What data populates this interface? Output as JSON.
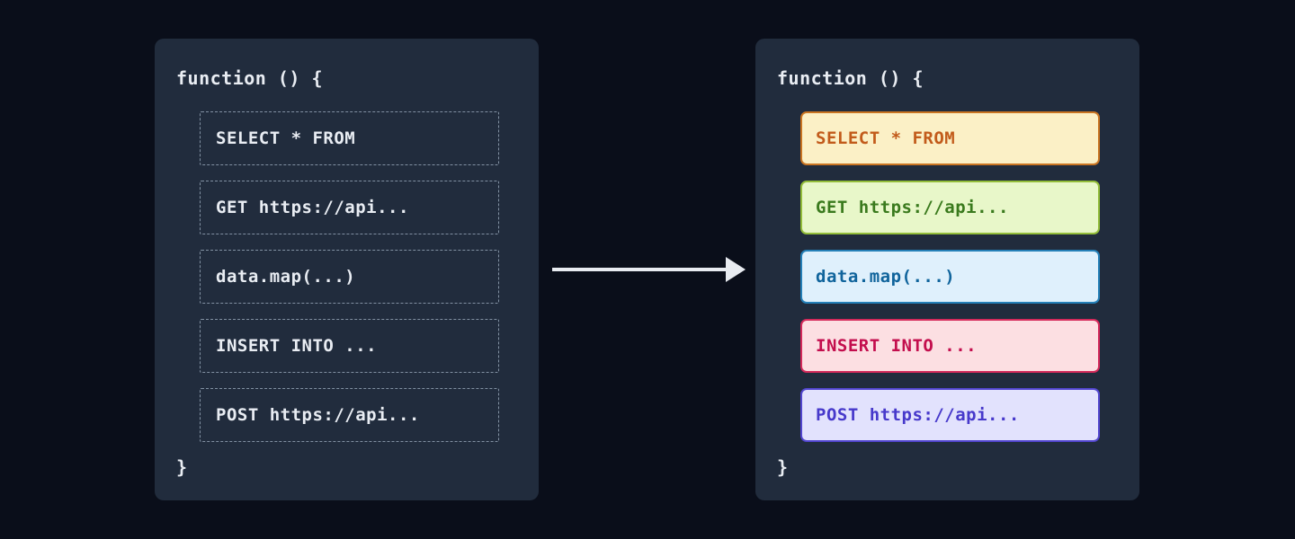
{
  "page": {
    "background": "#0a0e1a"
  },
  "panels": {
    "background": "#212c3d",
    "text_color": "#e9edf3",
    "dashed_border_color": "#8291a3"
  },
  "arrow": {
    "color": "#e8ebf1"
  },
  "left_panel": {
    "title": "function () {",
    "closing": "}",
    "items": [
      {
        "kind": "sql-select",
        "label": "SELECT * FROM"
      },
      {
        "kind": "http-get",
        "label": "GET https://api..."
      },
      {
        "kind": "js-map",
        "label": "data.map(...)"
      },
      {
        "kind": "sql-insert",
        "label": "INSERT INTO ..."
      },
      {
        "kind": "http-post",
        "label": "POST https://api..."
      }
    ]
  },
  "right_panel": {
    "title": "function () {",
    "closing": "}",
    "items": [
      {
        "kind": "sql-select",
        "label": "SELECT * FROM",
        "bg": "#fbf0c6",
        "border": "#ca7522",
        "text": "#c25b1b"
      },
      {
        "kind": "http-get",
        "label": "GET https://api...",
        "bg": "#e8f7c9",
        "border": "#93bd3a",
        "text": "#3a7a1d"
      },
      {
        "kind": "js-map",
        "label": "data.map(...)",
        "bg": "#dff0fc",
        "border": "#2580b8",
        "text": "#10649c"
      },
      {
        "kind": "sql-insert",
        "label": "INSERT INTO ...",
        "bg": "#fcdfe2",
        "border": "#d52a5b",
        "text": "#c30e4d"
      },
      {
        "kind": "http-post",
        "label": "POST https://api...",
        "bg": "#e2e2fd",
        "border": "#5246cf",
        "text": "#4739cb"
      }
    ]
  }
}
